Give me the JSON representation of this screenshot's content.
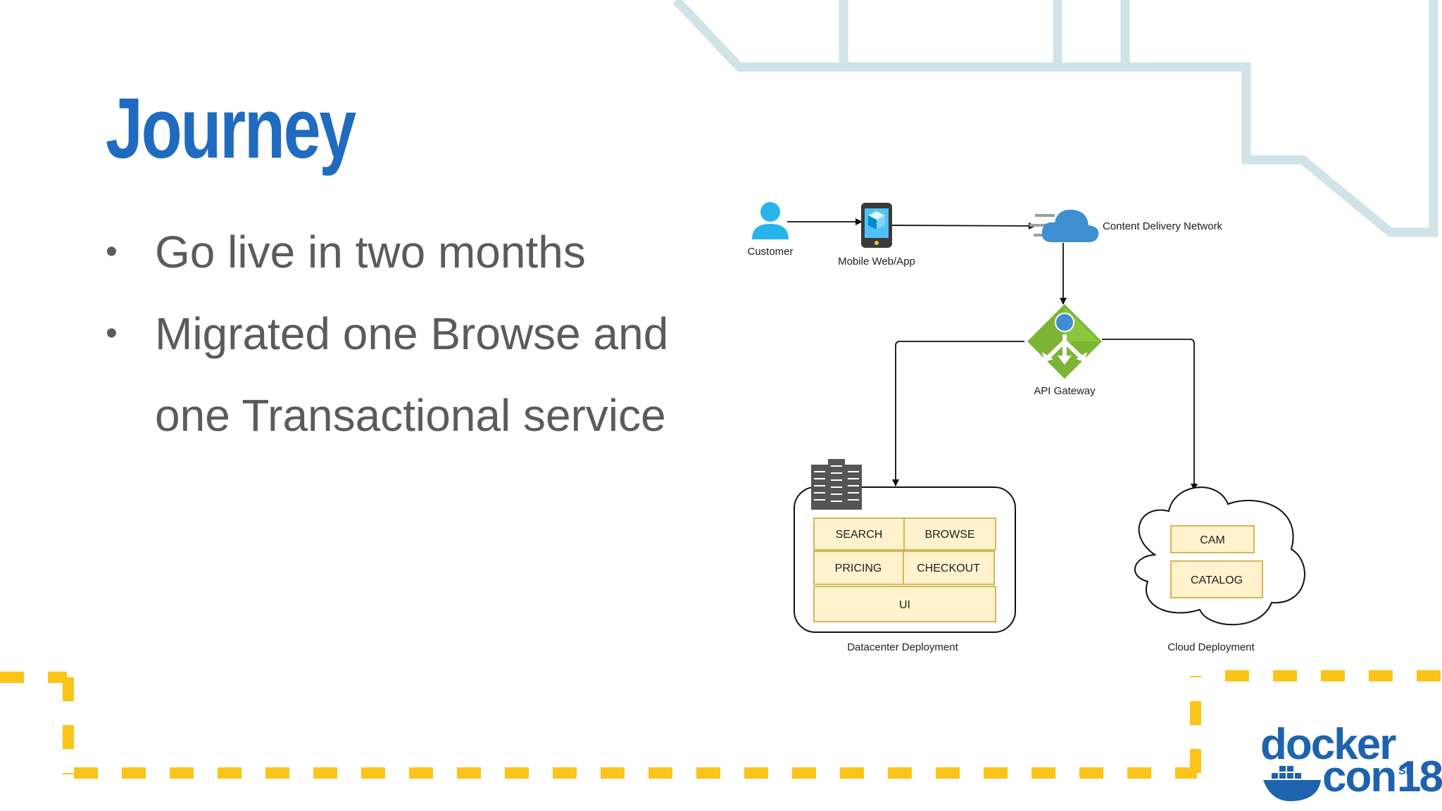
{
  "slide": {
    "title": "Journey",
    "bullets": [
      "Go live in two months",
      "Migrated one Browse and one Transactional service"
    ]
  },
  "diagram": {
    "nodes": {
      "customer": "Customer",
      "mobile": "Mobile Web/App",
      "cdn": "Content Delivery Network",
      "gateway": "API Gateway"
    },
    "datacenter": {
      "label": "Datacenter Deployment",
      "services": [
        "SEARCH",
        "BROWSE",
        "PRICING",
        "CHECKOUT",
        "UI"
      ]
    },
    "cloud": {
      "label": "Cloud Deployment",
      "services": [
        "CAM",
        "CATALOG"
      ]
    }
  },
  "logo": {
    "line1": "docker",
    "line2": "con",
    "city": "SF",
    "year": "18"
  },
  "colors": {
    "title": "#1f6bbf",
    "bullet_text": "#5b5b5b",
    "dash_yellow": "#fcc419",
    "deco_teal": "#cfe3e8",
    "service_fill": "#fff2cc",
    "service_stroke": "#d6b656",
    "logo_blue": "#1d63ae"
  },
  "icons": {
    "customer": "person-icon",
    "mobile": "mobile-device-icon",
    "cdn": "cloud-speed-icon",
    "gateway": "api-gateway-icon",
    "datacenter": "server-rack-icon"
  }
}
